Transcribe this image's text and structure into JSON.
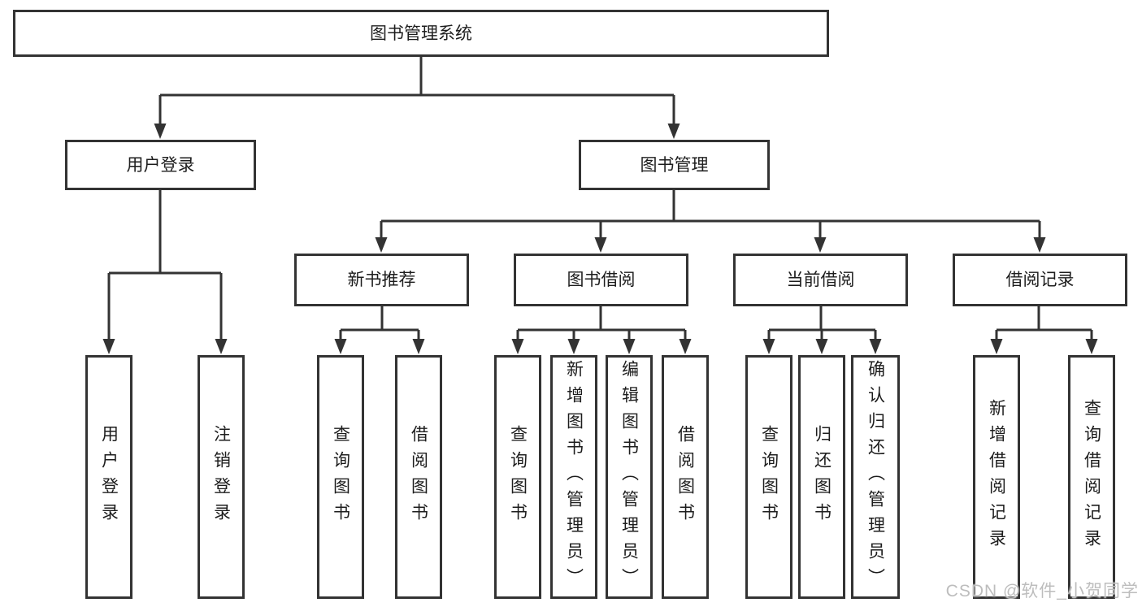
{
  "tree": {
    "label": "图书管理系统",
    "children": [
      {
        "label": "用户登录",
        "children": [
          {
            "label": "用户登录"
          },
          {
            "label": "注销登录"
          }
        ]
      },
      {
        "label": "图书管理",
        "children": [
          {
            "label": "新书推荐",
            "children": [
              {
                "label": "查询图书"
              },
              {
                "label": "借阅图书"
              }
            ]
          },
          {
            "label": "图书借阅",
            "children": [
              {
                "label": "查询图书"
              },
              {
                "label": "新增图书（管理员）"
              },
              {
                "label": "编辑图书（管理员）"
              },
              {
                "label": "借阅图书"
              }
            ]
          },
          {
            "label": "当前借阅",
            "children": [
              {
                "label": "查询图书"
              },
              {
                "label": "归还图书"
              },
              {
                "label": "确认归还（管理员）"
              }
            ]
          },
          {
            "label": "借阅记录",
            "children": [
              {
                "label": "新增借阅记录"
              },
              {
                "label": "查询借阅记录"
              }
            ]
          }
        ]
      }
    ]
  },
  "watermark": {
    "text": "CSDN @软件_小贺同学"
  },
  "colors": {
    "line": "#333333",
    "border": "#333333",
    "text": "#1d1d1d",
    "watermark": "#bdbdbd",
    "background": "#ffffff"
  }
}
